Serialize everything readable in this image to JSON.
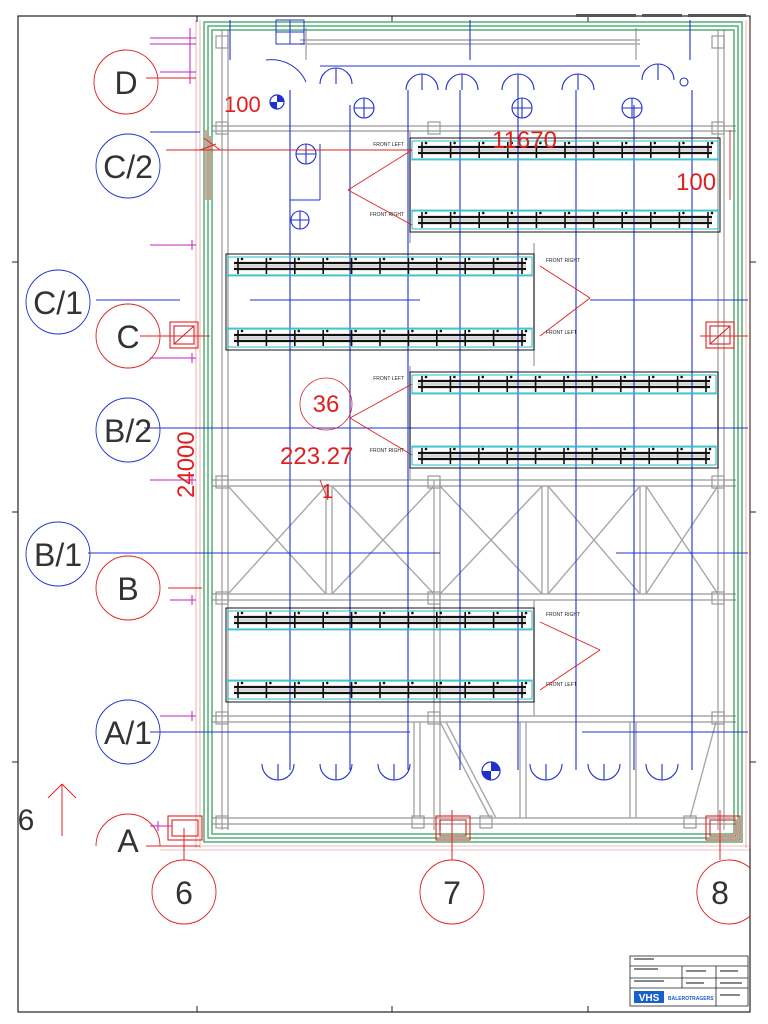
{
  "drawing": {
    "grid_labels": {
      "rows": [
        "D",
        "C/2",
        "C/1",
        "C",
        "B/2",
        "B/1",
        "B",
        "A/1",
        "A"
      ],
      "columns": [
        "6",
        "7",
        "8"
      ],
      "partial_left": "6"
    },
    "dimensions": {
      "d1": "100",
      "d2": "11670",
      "d3": "100",
      "d4": "36",
      "d5": "223.27",
      "d6": "24000",
      "d7": "1"
    },
    "rack_labels": {
      "front_left": "FRONT LEFT",
      "front_right": "FRONT RIGHT"
    },
    "title_block": {
      "logo": "VHS",
      "company": "BALEROTRAGERS"
    },
    "colors": {
      "grid_red": "#e02020",
      "grid_blue": "#2030d0",
      "wall_green": "#2a9a55",
      "rack_black": "#111111",
      "cyan": "#27b8c8",
      "structure_gray": "#a8a8a8",
      "magenta": "#c020c0"
    }
  }
}
